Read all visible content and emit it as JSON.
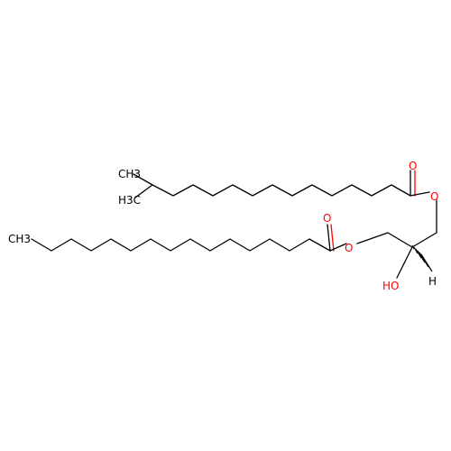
{
  "molecule": {
    "atom_labels": {
      "methyl_a": "CH3",
      "methyl_b": "H3C",
      "methyl_c": "CH3",
      "oxygen_carbonyl_upper": "O",
      "oxygen_ester_upper": "O",
      "oxygen_carbonyl_lower": "O",
      "oxygen_ester_lower": "O",
      "hydroxyl": "HO",
      "hydrogen_stereo": "H"
    },
    "colors": {
      "bond": "#000000",
      "carbon_label": "#000000",
      "oxygen": "#ff0000",
      "background": "#ffffff"
    }
  }
}
